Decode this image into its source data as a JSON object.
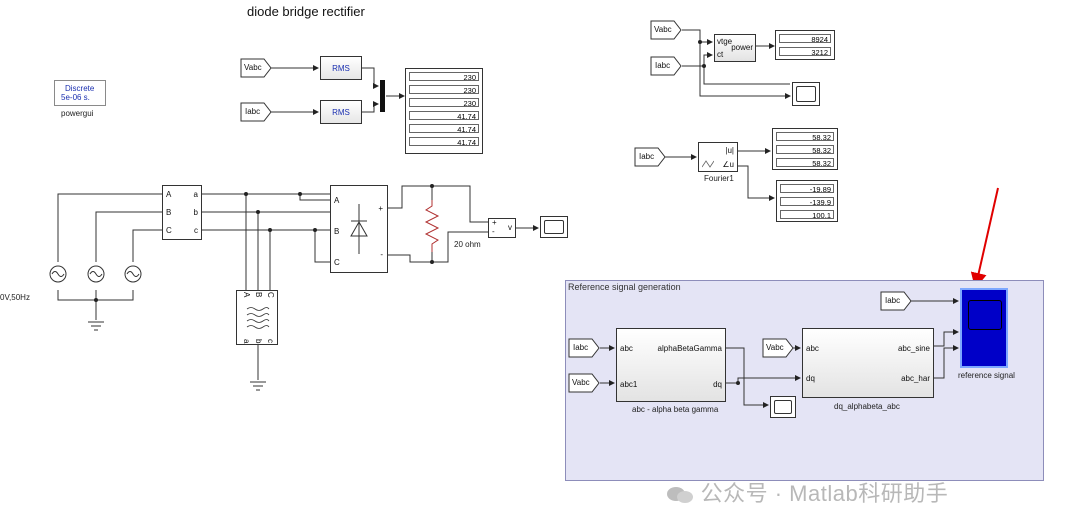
{
  "diagram_title": "diode bridge rectifier",
  "powergui": {
    "line1": "Discrete",
    "line2": "5e-06 s.",
    "caption": "powergui"
  },
  "goto_tags": {
    "vabc": "Vabc",
    "iabc": "Iabc"
  },
  "rms": {
    "label": "RMS"
  },
  "rms_display": [
    "230",
    "230",
    "230",
    "41.74",
    "41.74",
    "41.74"
  ],
  "source_label": "0V,50Hz",
  "vi_meas": {
    "a": "A",
    "b": "B",
    "c": "C",
    "a_out": "a",
    "b_out": "b",
    "c_out": "c"
  },
  "bridge": {
    "a": "A",
    "b": "B",
    "c": "C",
    "plus": "+",
    "minus": "-"
  },
  "load_label": "20 ohm",
  "vmeas": {
    "plus": "+",
    "minus": "-",
    "v": "v"
  },
  "transformer": {
    "top": [
      "A",
      "B",
      "C"
    ],
    "bottom": [
      "a",
      "b",
      "c"
    ]
  },
  "power": {
    "in1": "vtge",
    "in2": "ct",
    "out": "power",
    "values": [
      "8924",
      "3212"
    ]
  },
  "fourier": {
    "caption": "Fourier1",
    "port_mag": "|u|",
    "port_ang": "∠u",
    "mag_values": [
      "58.32",
      "58.32",
      "58.32"
    ],
    "ang_values": [
      "-19.89",
      "-139.9",
      "100.1"
    ]
  },
  "ref": {
    "title": "Reference signal generation",
    "abc_block": {
      "in1": "abc",
      "in2": "abc1",
      "out1": "alphaBetaGamma",
      "out2": "dq",
      "caption": "abc - alpha beta gamma"
    },
    "dq_block": {
      "in1": "abc",
      "in2": "dq",
      "out1": "abc_sine",
      "out2": "abc_har",
      "caption": "dq_alphabeta_abc"
    },
    "scope_caption": "reference signal"
  },
  "watermark": "公众号 · Matlab科研助手",
  "colors": {
    "panel": "#e4e4f5",
    "selected_scope": "#0000c8",
    "arrow": "#e00000",
    "rms_text": "#1a2fb0"
  }
}
